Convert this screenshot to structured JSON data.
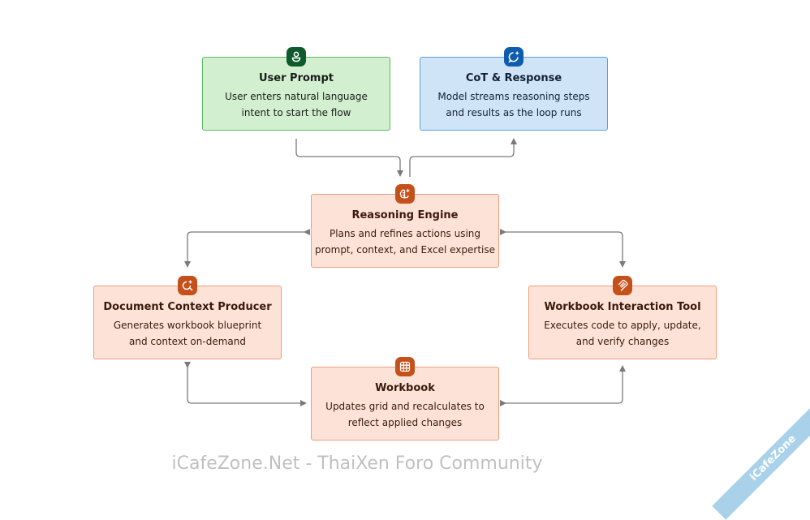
{
  "nodes": {
    "user_prompt": {
      "title": "User Prompt",
      "desc_line1": "User enters natural language",
      "desc_line2": "intent to start the flow",
      "icon": "person-icon",
      "color": "#0e5a2e"
    },
    "cot_response": {
      "title": "CoT & Response",
      "desc_line1": "Model streams reasoning steps",
      "desc_line2": "and results as the loop runs",
      "icon": "chat-sparkle-icon",
      "color": "#0f5cae"
    },
    "reasoning_engine": {
      "title": "Reasoning Engine",
      "desc_line1": "Plans and refines actions using",
      "desc_line2": "prompt, context, and Excel expertise",
      "icon": "brain-sparkle-icon",
      "color": "#c4501a"
    },
    "document_context_producer": {
      "title": "Document Context Producer",
      "desc_line1": "Generates workbook blueprint",
      "desc_line2": "and context on-demand",
      "icon": "search-sparkle-icon",
      "color": "#c4501a"
    },
    "workbook_interaction_tool": {
      "title": "Workbook Interaction Tool",
      "desc_line1": "Executes code to apply, update,",
      "desc_line2": "and verify changes",
      "icon": "tool-icon",
      "color": "#c4501a"
    },
    "workbook": {
      "title": "Workbook",
      "desc_line1": "Updates grid and recalculates to",
      "desc_line2": "reflect applied changes",
      "icon": "grid-icon",
      "color": "#c4501a"
    }
  },
  "edges": [
    {
      "from": "User Prompt",
      "to": "Reasoning Engine"
    },
    {
      "from": "Reasoning Engine",
      "to": "CoT & Response"
    },
    {
      "from": "Reasoning Engine",
      "to": "Document Context Producer",
      "bidirectional": true
    },
    {
      "from": "Reasoning Engine",
      "to": "Workbook Interaction Tool",
      "bidirectional": true
    },
    {
      "from": "Document Context Producer",
      "to": "Workbook",
      "bidirectional": true
    },
    {
      "from": "Workbook Interaction Tool",
      "to": "Workbook",
      "bidirectional": true
    }
  ],
  "watermark": "iCafeZone.Net - ThaiXen Foro Community",
  "ribbon": "iCafeZone",
  "edge_color": "#7a7a7a"
}
